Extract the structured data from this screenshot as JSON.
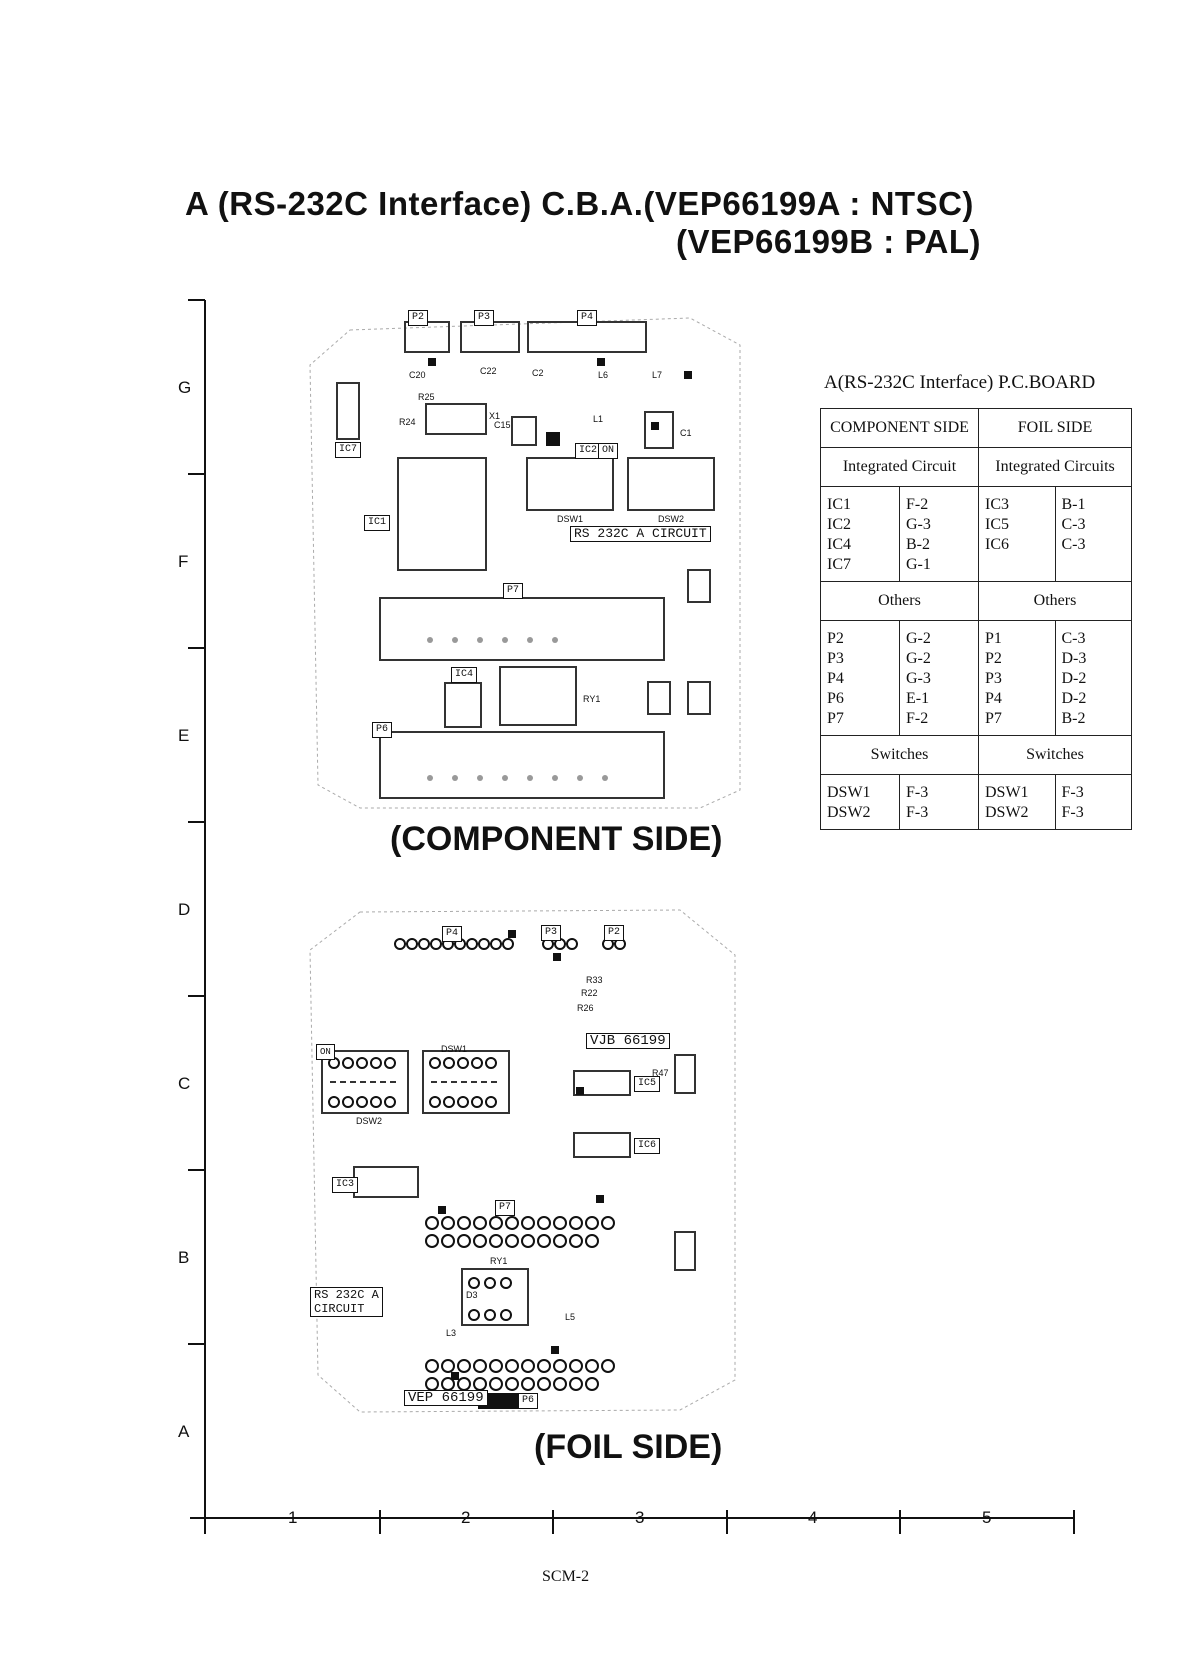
{
  "title": {
    "line1": "A (RS-232C Interface) C.B.A.(VEP66199A : NTSC)",
    "line2": "(VEP66199B : PAL)"
  },
  "component_side_label": "(COMPONENT SIDE)",
  "foil_side_label": "(FOIL SIDE)",
  "grid": {
    "rows": [
      "G",
      "F",
      "E",
      "D",
      "C",
      "B",
      "A"
    ],
    "cols": [
      "1",
      "2",
      "3",
      "4",
      "5"
    ]
  },
  "component_board": {
    "labels": {
      "circuit": "RS 232C A CIRCUIT",
      "p2": "P2",
      "p3": "P3",
      "p4": "P4",
      "p6": "P6",
      "p7": "P7",
      "ic1": "IC1",
      "ic2": "IC2",
      "ic4": "IC4",
      "ic7": "IC7",
      "dsw1": "DSW1",
      "dsw2": "DSW2",
      "on": "ON",
      "ry1": "RY1",
      "c1": "C1",
      "c2": "C2",
      "c15": "C15",
      "c20": "C20",
      "c22": "C22",
      "l1": "L1",
      "l6": "L6",
      "l7": "L7",
      "x1": "X1",
      "r24": "R24",
      "r25": "R25"
    }
  },
  "foil_board": {
    "labels": {
      "vjb": "VJB 66199",
      "vep": "VEP 66199",
      "circuit_l1": "RS 232C A",
      "circuit_l2": "CIRCUIT",
      "p2": "P2",
      "p3": "P3",
      "p4": "P4",
      "p6": "P6",
      "p7": "P7",
      "ic3": "IC3",
      "ic5": "IC5",
      "ic6": "IC6",
      "dsw1": "DSW1",
      "dsw2": "DSW2",
      "on": "ON",
      "ry1": "RY1",
      "d3": "D3",
      "r22": "R22",
      "r26": "R26",
      "r33": "R33",
      "r47": "R47",
      "l3": "L3",
      "l5": "L5"
    }
  },
  "ref_table": {
    "title": "A(RS-232C Interface) P.C.BOARD",
    "col_headers": [
      "COMPONENT SIDE",
      "FOIL SIDE"
    ],
    "sections": [
      {
        "left_header": "Integrated Circuit",
        "right_header": "Integrated Circuits",
        "left": [
          [
            "IC1",
            "F-2"
          ],
          [
            "IC2",
            "G-3"
          ],
          [
            "IC4",
            "B-2"
          ],
          [
            "IC7",
            "G-1"
          ]
        ],
        "right": [
          [
            "IC3",
            "B-1"
          ],
          [
            "IC5",
            "C-3"
          ],
          [
            "IC6",
            "C-3"
          ]
        ]
      },
      {
        "left_header": "Others",
        "right_header": "Others",
        "left": [
          [
            "P2",
            "G-2"
          ],
          [
            "P3",
            "G-2"
          ],
          [
            "P4",
            "G-3"
          ],
          [
            "P6",
            "E-1"
          ],
          [
            "P7",
            "F-2"
          ]
        ],
        "right": [
          [
            "P1",
            "C-3"
          ],
          [
            "P2",
            "D-3"
          ],
          [
            "P3",
            "D-2"
          ],
          [
            "P4",
            "D-2"
          ],
          [
            "P7",
            "B-2"
          ]
        ]
      },
      {
        "left_header": "Switches",
        "right_header": "Switches",
        "left": [
          [
            "DSW1",
            "F-3"
          ],
          [
            "DSW2",
            "F-3"
          ]
        ],
        "right": [
          [
            "DSW1",
            "F-3"
          ],
          [
            "DSW2",
            "F-3"
          ]
        ]
      }
    ]
  },
  "footer": "SCM-2"
}
